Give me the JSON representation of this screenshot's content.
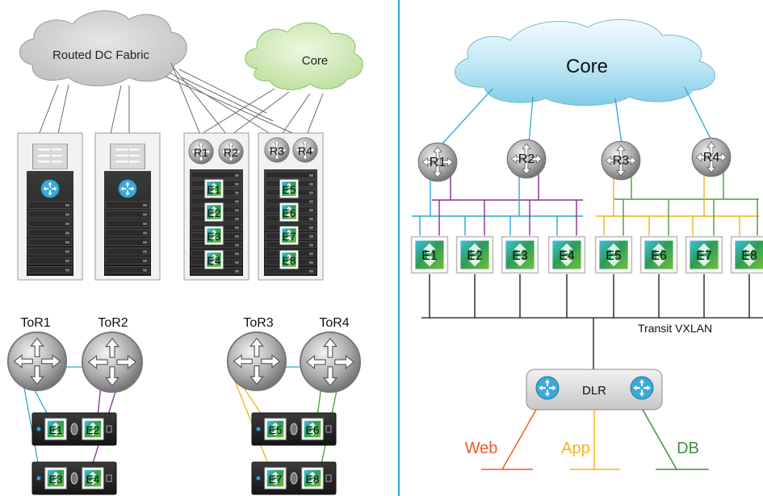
{
  "left": {
    "fabric_label": "Routed DC Fabric",
    "core_label": "Core",
    "router_labels": [
      "R1",
      "R2",
      "R3",
      "R4"
    ],
    "edge_labels": [
      "E1",
      "E2",
      "E3",
      "E4",
      "E5",
      "E6",
      "E7",
      "E8"
    ],
    "tor_labels": [
      "ToR1",
      "ToR2",
      "ToR3",
      "ToR4"
    ],
    "server_edges": [
      [
        "E1",
        "E2"
      ],
      [
        "E3",
        "E4"
      ],
      [
        "E5",
        "E6"
      ],
      [
        "E7",
        "E8"
      ]
    ]
  },
  "right": {
    "core_label": "Core",
    "router_labels": [
      "R1",
      "R2",
      "R3",
      "R4"
    ],
    "edge_labels": [
      "E1",
      "E2",
      "E3",
      "E4",
      "E5",
      "E6",
      "E7",
      "E8"
    ],
    "transit_label": "Transit VXLAN",
    "dlr_label": "DLR",
    "networks": [
      {
        "label": "Web",
        "color": "#f05a28"
      },
      {
        "label": "App",
        "color": "#f6b418"
      },
      {
        "label": "DB",
        "color": "#3f8f3f"
      }
    ]
  },
  "colors": {
    "blue_link": "#2aa7d8",
    "purple_link": "#8a2a9a",
    "yellow_link": "#f2b21a",
    "green_link": "#4a9a3a",
    "divider": "#2aa7d8"
  }
}
